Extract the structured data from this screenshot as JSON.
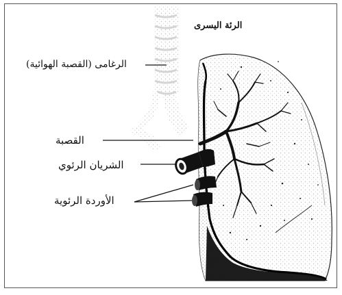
{
  "diagram": {
    "title": "الرئة اليسرى",
    "labels": {
      "trachea": "الرغامى (القصبة الهوائية)",
      "bronchus": "القصبة",
      "pulmonary_artery": "الشريان الرئوي",
      "pulmonary_veins": "الأوردة الرئوية"
    }
  },
  "colors": {
    "ink": "#111111",
    "frame": "#555555",
    "background": "#ffffff",
    "trachea_shade": "#c8c8c8"
  }
}
